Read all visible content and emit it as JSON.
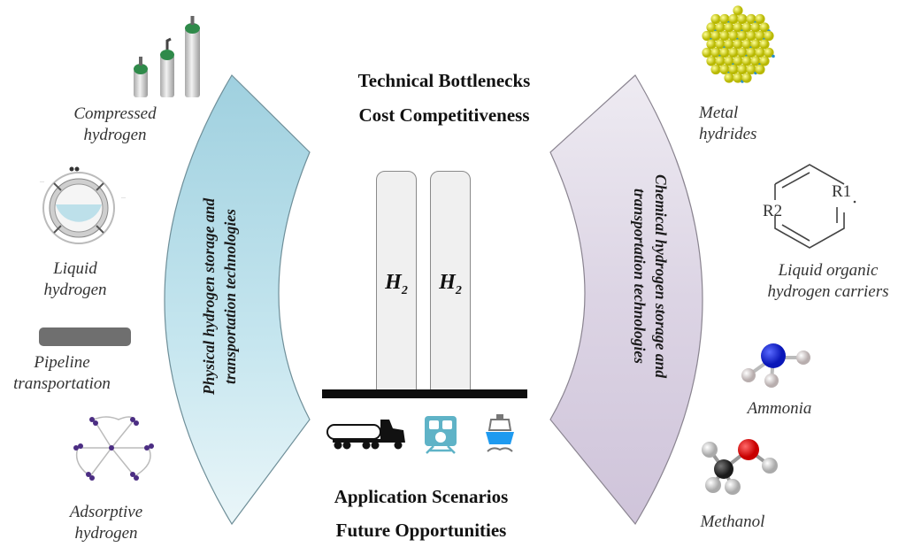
{
  "header": {
    "line1": "Technical Bottlenecks",
    "line2": "Cost Competitiveness"
  },
  "footer": {
    "line1": "Application Scenarios",
    "line2": "Future Opportunities"
  },
  "center": {
    "tubes": [
      {
        "symbol": "H",
        "subscript": "2"
      },
      {
        "symbol": "H",
        "subscript": "2"
      }
    ],
    "transport_icons": [
      "truck-icon",
      "train-icon",
      "ship-icon"
    ]
  },
  "left_arc": {
    "line1": "Physical hydrogen storage and",
    "line2": "transportation technologies",
    "fill_color": "#a9d6e3"
  },
  "right_arc": {
    "line1": "Chemical hydrogen storage and",
    "line2": "transportation technologies",
    "fill_color": "#d7d0e0"
  },
  "left_items": [
    {
      "icon": "gas-cylinders-icon",
      "line1": "Compressed",
      "line2": "hydrogen"
    },
    {
      "icon": "cryogenic-tank-icon",
      "line1": "Liquid",
      "line2": "hydrogen"
    },
    {
      "icon": "pipe-icon",
      "line1": "Pipeline",
      "line2": "transportation"
    },
    {
      "icon": "mof-framework-icon",
      "line1": "Adsorptive",
      "line2": "hydrogen"
    }
  ],
  "right_items": [
    {
      "icon": "metal-lattice-icon",
      "line1": "Metal",
      "line2": "hydrides"
    },
    {
      "icon": "benzene-ring-icon",
      "line1": "Liquid organic",
      "line2": "hydrogen carriers",
      "ring_labels": [
        "R1",
        "R2"
      ]
    },
    {
      "icon": "ammonia-molecule-icon",
      "line1": "Ammonia"
    },
    {
      "icon": "methanol-molecule-icon",
      "line1": "Methanol"
    }
  ]
}
